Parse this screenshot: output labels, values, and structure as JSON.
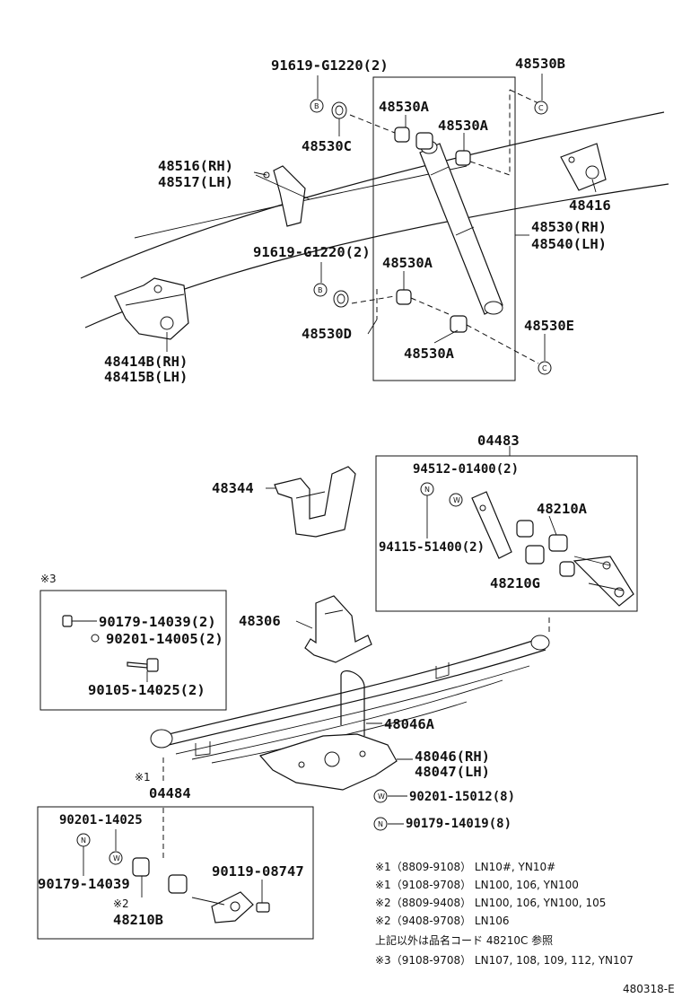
{
  "labels": {
    "p91619_top": "91619-G1220(2)",
    "p48530B": "48530B",
    "p48530A_1": "48530A",
    "p48530A_2": "48530A",
    "p48530C": "48530C",
    "p48516": "48516(RH)",
    "p48517": "48517(LH)",
    "p48416": "48416",
    "p48530rh": "48530(RH)",
    "p48540lh": "48540(LH)",
    "p91619_mid": "91619-G1220(2)",
    "p48530A_3": "48530A",
    "p48530D": "48530D",
    "p48530E": "48530E",
    "p48530A_4": "48530A",
    "p48414": "48414B(RH)",
    "p48415": "48415B(LH)",
    "p04483": "04483",
    "p94512": "94512-01400(2)",
    "p48344": "48344",
    "p48210A": "48210A",
    "p94115": "94115-51400(2)",
    "p48210G": "48210G",
    "k3_mark": "※3",
    "p90179_a": "90179-14039(2)",
    "p48306": "48306",
    "p90201_a": "90201-14005(2)",
    "p90105": "90105-14025(2)",
    "p48046A": "48046A",
    "p48046": "48046(RH)",
    "p48047": "48047(LH)",
    "k1_mark": "※1",
    "p04484": "04484",
    "p90201_15012": "90201-15012(8)",
    "p90179_14019": "90179-14019(8)",
    "p90201_14025": "90201-14025",
    "p90179_14039": "90179-14039",
    "p90119": "90119-08747",
    "k2_mark": "※2",
    "p48210B": "48210B"
  },
  "symbols": {
    "B": "B",
    "C": "C",
    "N": "N",
    "W": "W"
  },
  "notes": [
    "※1（8809-9108） LN10#, YN10#",
    "※1（9108-9708） LN100, 106, YN100",
    "※2（8809-9408） LN100, 106, YN100, 105",
    "※2（9408-9708） LN106",
    "上記以外は品名コード 48210C 参照",
    "※3（9108-9708） LN107, 108, 109, 112, YN107"
  ],
  "footer_code": "480318-E"
}
